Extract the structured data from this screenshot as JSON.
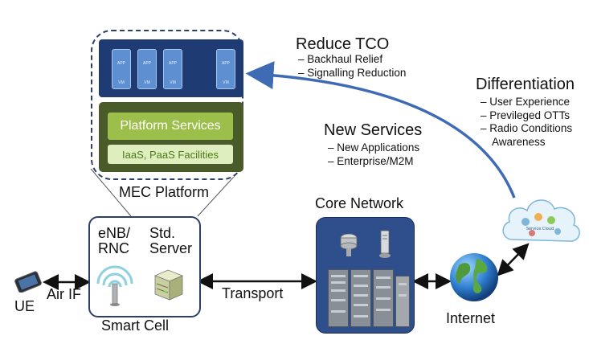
{
  "reduce_tco": {
    "title": "Reduce TCO",
    "items": [
      "Backhaul Relief",
      "Signalling Reduction"
    ]
  },
  "differentiation": {
    "title": "Differentiation",
    "items": [
      "User Experience",
      "Previleged OTTs",
      "Radio Conditions"
    ],
    "continuation": "Awareness"
  },
  "new_services": {
    "title": "New Services",
    "items": [
      "New Applications",
      "Enterprise/M2M"
    ]
  },
  "mec": {
    "label": "MEC Platform",
    "app_label": "APP",
    "vm_label": "VM",
    "platform_services": "Platform Services",
    "facilities": "IaaS, PaaS Facilities"
  },
  "smart_cell": {
    "label": "Smart Cell",
    "enb_label": "eNB/\nRNC",
    "server_label": "Std.\nServer"
  },
  "core_network": {
    "label": "Core Network"
  },
  "links": {
    "air_if": "Air IF",
    "transport": "Transport"
  },
  "nodes": {
    "ue": "UE",
    "internet": "Internet",
    "service_cloud": "Service Cloud"
  },
  "colors": {
    "arrow": "#3f6bb5",
    "mec_dark": "#1f3b74",
    "platform": "#4a5b2a",
    "services": "#9bbf4a"
  }
}
